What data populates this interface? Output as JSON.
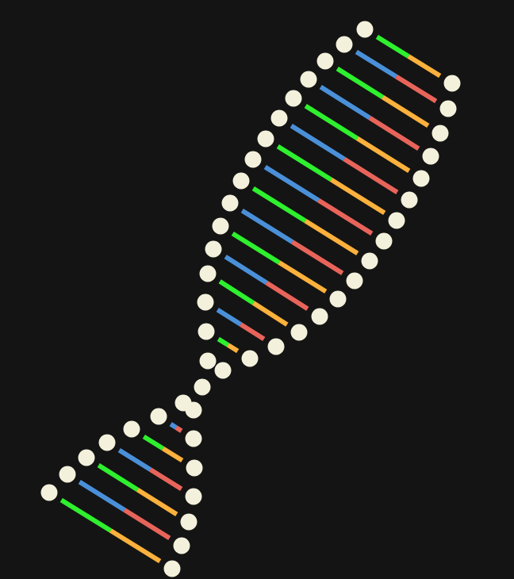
{
  "scene": {
    "background": "#141414",
    "subject": "dna-double-helix",
    "colors": {
      "node": "#f3f1dc",
      "base_green": "#2ef02e",
      "base_orange": "#fbb13c",
      "base_blue": "#4a90d9",
      "base_red": "#e8645a"
    },
    "rung_pattern": [
      "green-orange",
      "blue-red"
    ]
  }
}
